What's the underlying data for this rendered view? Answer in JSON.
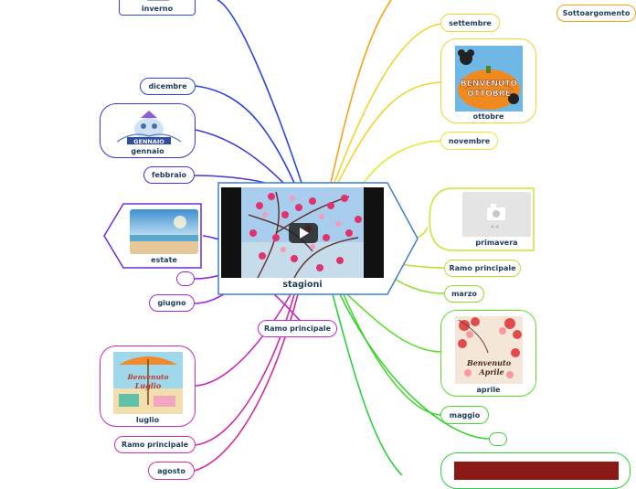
{
  "central": {
    "title": "stagioni",
    "video": "play-icon"
  },
  "left_nodes": {
    "inverno": "inverno",
    "dicembre": "dicembre",
    "gennaio": "gennaio",
    "febbraio": "febbraio",
    "estate": "estate",
    "giugno": "giugno",
    "luglio": "luglio",
    "ramo_principale": "Ramo principale",
    "agosto": "agosto",
    "empty": ""
  },
  "right_nodes": {
    "settembre": "settembre",
    "ottobre": "ottobre",
    "ottobre_image_text_1": "BENVENUTO",
    "ottobre_image_text_2": "OTTOBRE",
    "novembre": "novembre",
    "primavera": "primavera",
    "ramo_principale": "Ramo principale",
    "marzo": "marzo",
    "aprile": "aprile",
    "aprile_image_text_1": "Benvenuto",
    "aprile_image_text_2": "Aprile",
    "maggio": "maggio",
    "empty": ""
  },
  "bottom_node": {
    "ramo_principale": "Ramo principale"
  },
  "floating": {
    "sottoargomento": "Sottoargomento"
  },
  "image_texts": {
    "gennaio_banner": "GENNAIO",
    "luglio_1": "Benvenuto",
    "luglio_2": "Luglio"
  },
  "colors": {
    "orange": "#f5a31a",
    "yellow": "#f0d52a",
    "yellow_green": "#c9e62d",
    "green": "#5fdc2c",
    "bright_green": "#2ccf3f",
    "blue": "#2c48e0",
    "indigo": "#4a33d6",
    "violet": "#8a28d8",
    "purple": "#b62bd0",
    "magenta": "#d02aa8",
    "center_border": "#3a7fd0"
  }
}
